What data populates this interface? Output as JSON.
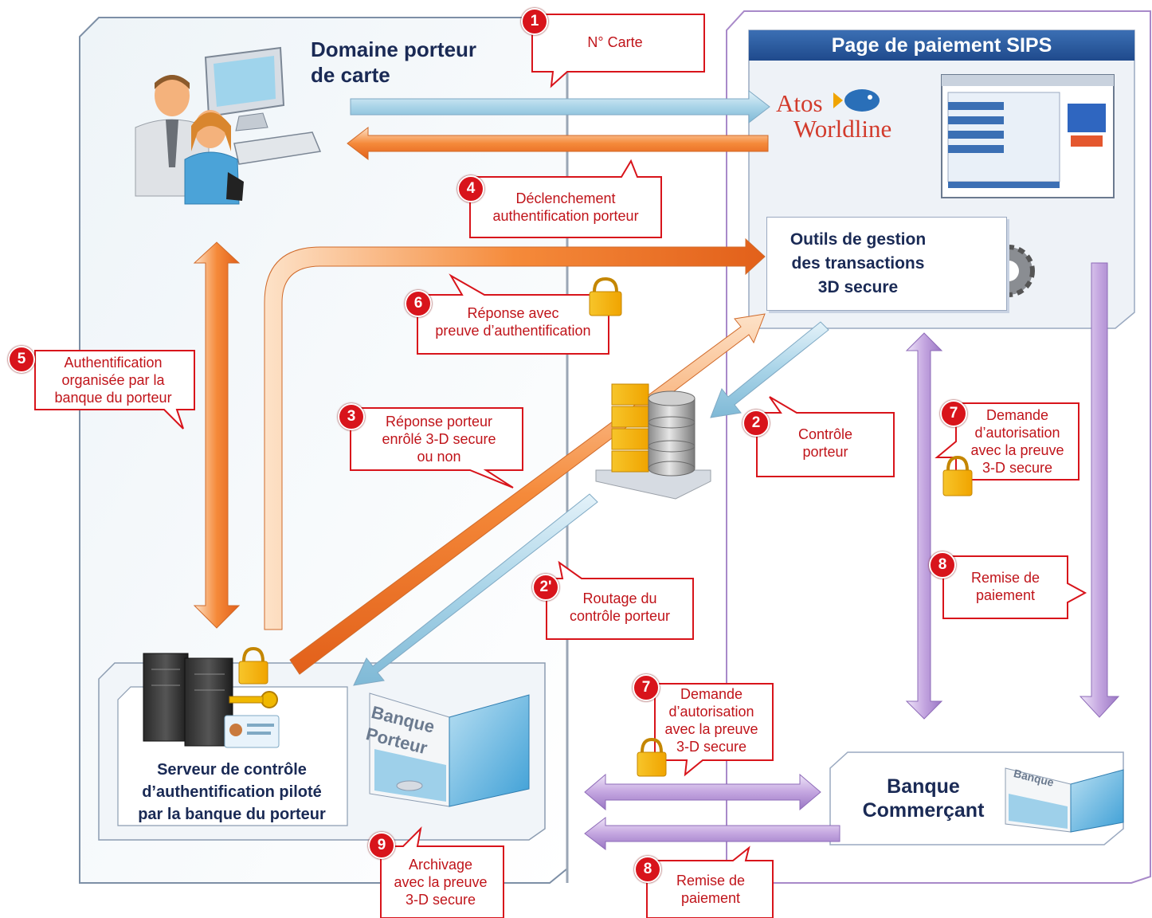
{
  "domains": {
    "cardholder": "Domaine porteur\nde carte",
    "payment_page": "Page de paiement SIPS"
  },
  "logo": {
    "line1": "Atos",
    "line2": "Worldline"
  },
  "boxes": {
    "outils": "Outils de gestion\ndes transactions\n3D secure",
    "server": "Serveur de contrôle\nd’authentification piloté\npar la banque du porteur",
    "banque_porteur": "Banque\nPorteur",
    "banque_commercant": "Banque\nCommerçant",
    "banque_small": "Banque"
  },
  "steps": [
    {
      "num": "1",
      "text": "N° Carte"
    },
    {
      "num": "4",
      "text": "Déclenchement\nauthentification porteur"
    },
    {
      "num": "6",
      "text": "Réponse avec\npreuve d’authentification"
    },
    {
      "num": "5",
      "text": "Authentification\norganisée par la\nbanque du porteur"
    },
    {
      "num": "3",
      "text": "Réponse porteur\nenrôlé 3-D secure\nou non"
    },
    {
      "num": "2",
      "text": "Contrôle\nporteur"
    },
    {
      "num": "7",
      "text": "Demande\nd’autorisation\navec la preuve\n3-D secure"
    },
    {
      "num": "8",
      "text": "Remise de\npaiement"
    },
    {
      "num": "2'",
      "text": "Routage du\ncontrôle porteur"
    },
    {
      "num": "7",
      "text": "Demande\nd’autorisation\navec la preuve\n3-D secure"
    },
    {
      "num": "9",
      "text": "Archivage\navec la preuve\n3-D secure"
    },
    {
      "num": "8",
      "text": "Remise de\npaiement"
    }
  ],
  "colors": {
    "orange": "#f07a2a",
    "light_blue": "#a9d4e8",
    "purple": "#b89ad6",
    "red": "#d8141b",
    "navy": "#1a2a55"
  }
}
